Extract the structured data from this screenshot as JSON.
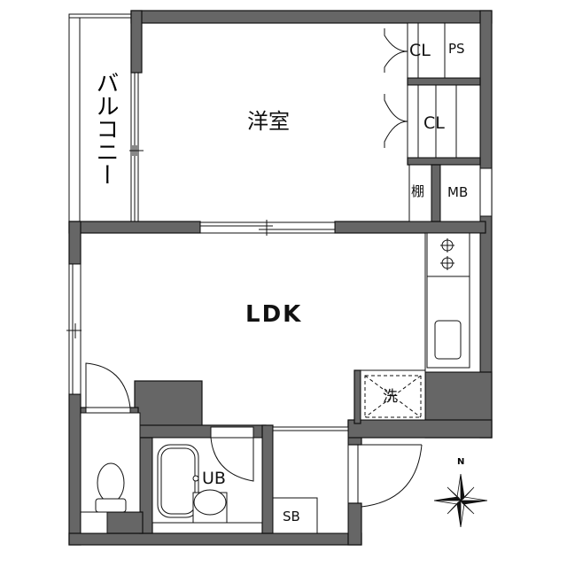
{
  "floorplan": {
    "colors": {
      "wall": "#666666",
      "outline": "#111111",
      "floor": "#ffffff"
    },
    "rooms": {
      "western_room": "洋室",
      "ldk": "LDK",
      "balcony": "バルコニー",
      "closet_top": "CL",
      "pipe_space": "PS",
      "closet_mid": "CL",
      "shelf": "棚",
      "meter_box": "MB",
      "washer": "洗",
      "unit_bath": "UB",
      "shoe_box": "SB"
    },
    "compass": {
      "label": "N",
      "icon": "compass-rose-icon"
    },
    "fixtures": [
      "gas-stove-icon",
      "kitchen-sink-icon",
      "bathtub-icon",
      "washbasin-icon",
      "toilet-icon",
      "washer-pan-icon"
    ]
  }
}
